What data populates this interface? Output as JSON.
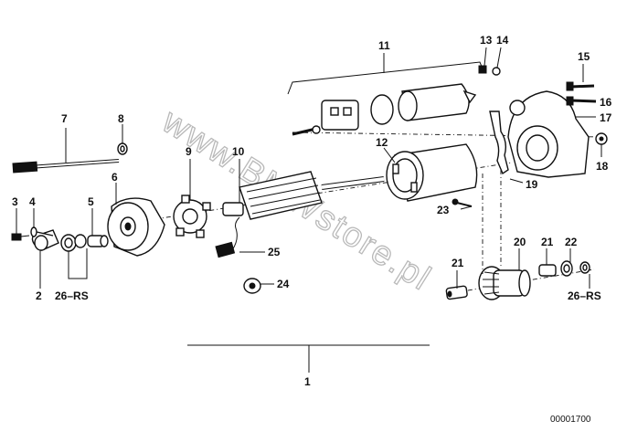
{
  "diagram": {
    "catalog_number": "00001700",
    "watermark": "www.BMWstore.pl",
    "callouts": {
      "c1": "1",
      "c2": "2",
      "c3": "3",
      "c4": "4",
      "c5": "5",
      "c6": "6",
      "c7": "7",
      "c8": "8",
      "c9": "9",
      "c10": "10",
      "c11": "11",
      "c12": "12",
      "c13": "13",
      "c14": "14",
      "c15": "15",
      "c16": "16",
      "c17": "17",
      "c18": "18",
      "c19": "19",
      "c20": "20",
      "c21a": "21",
      "c21b": "21",
      "c22": "22",
      "c23": "23",
      "c24": "24",
      "c25": "25",
      "c26a": "26–RS",
      "c26b": "26–RS"
    }
  }
}
